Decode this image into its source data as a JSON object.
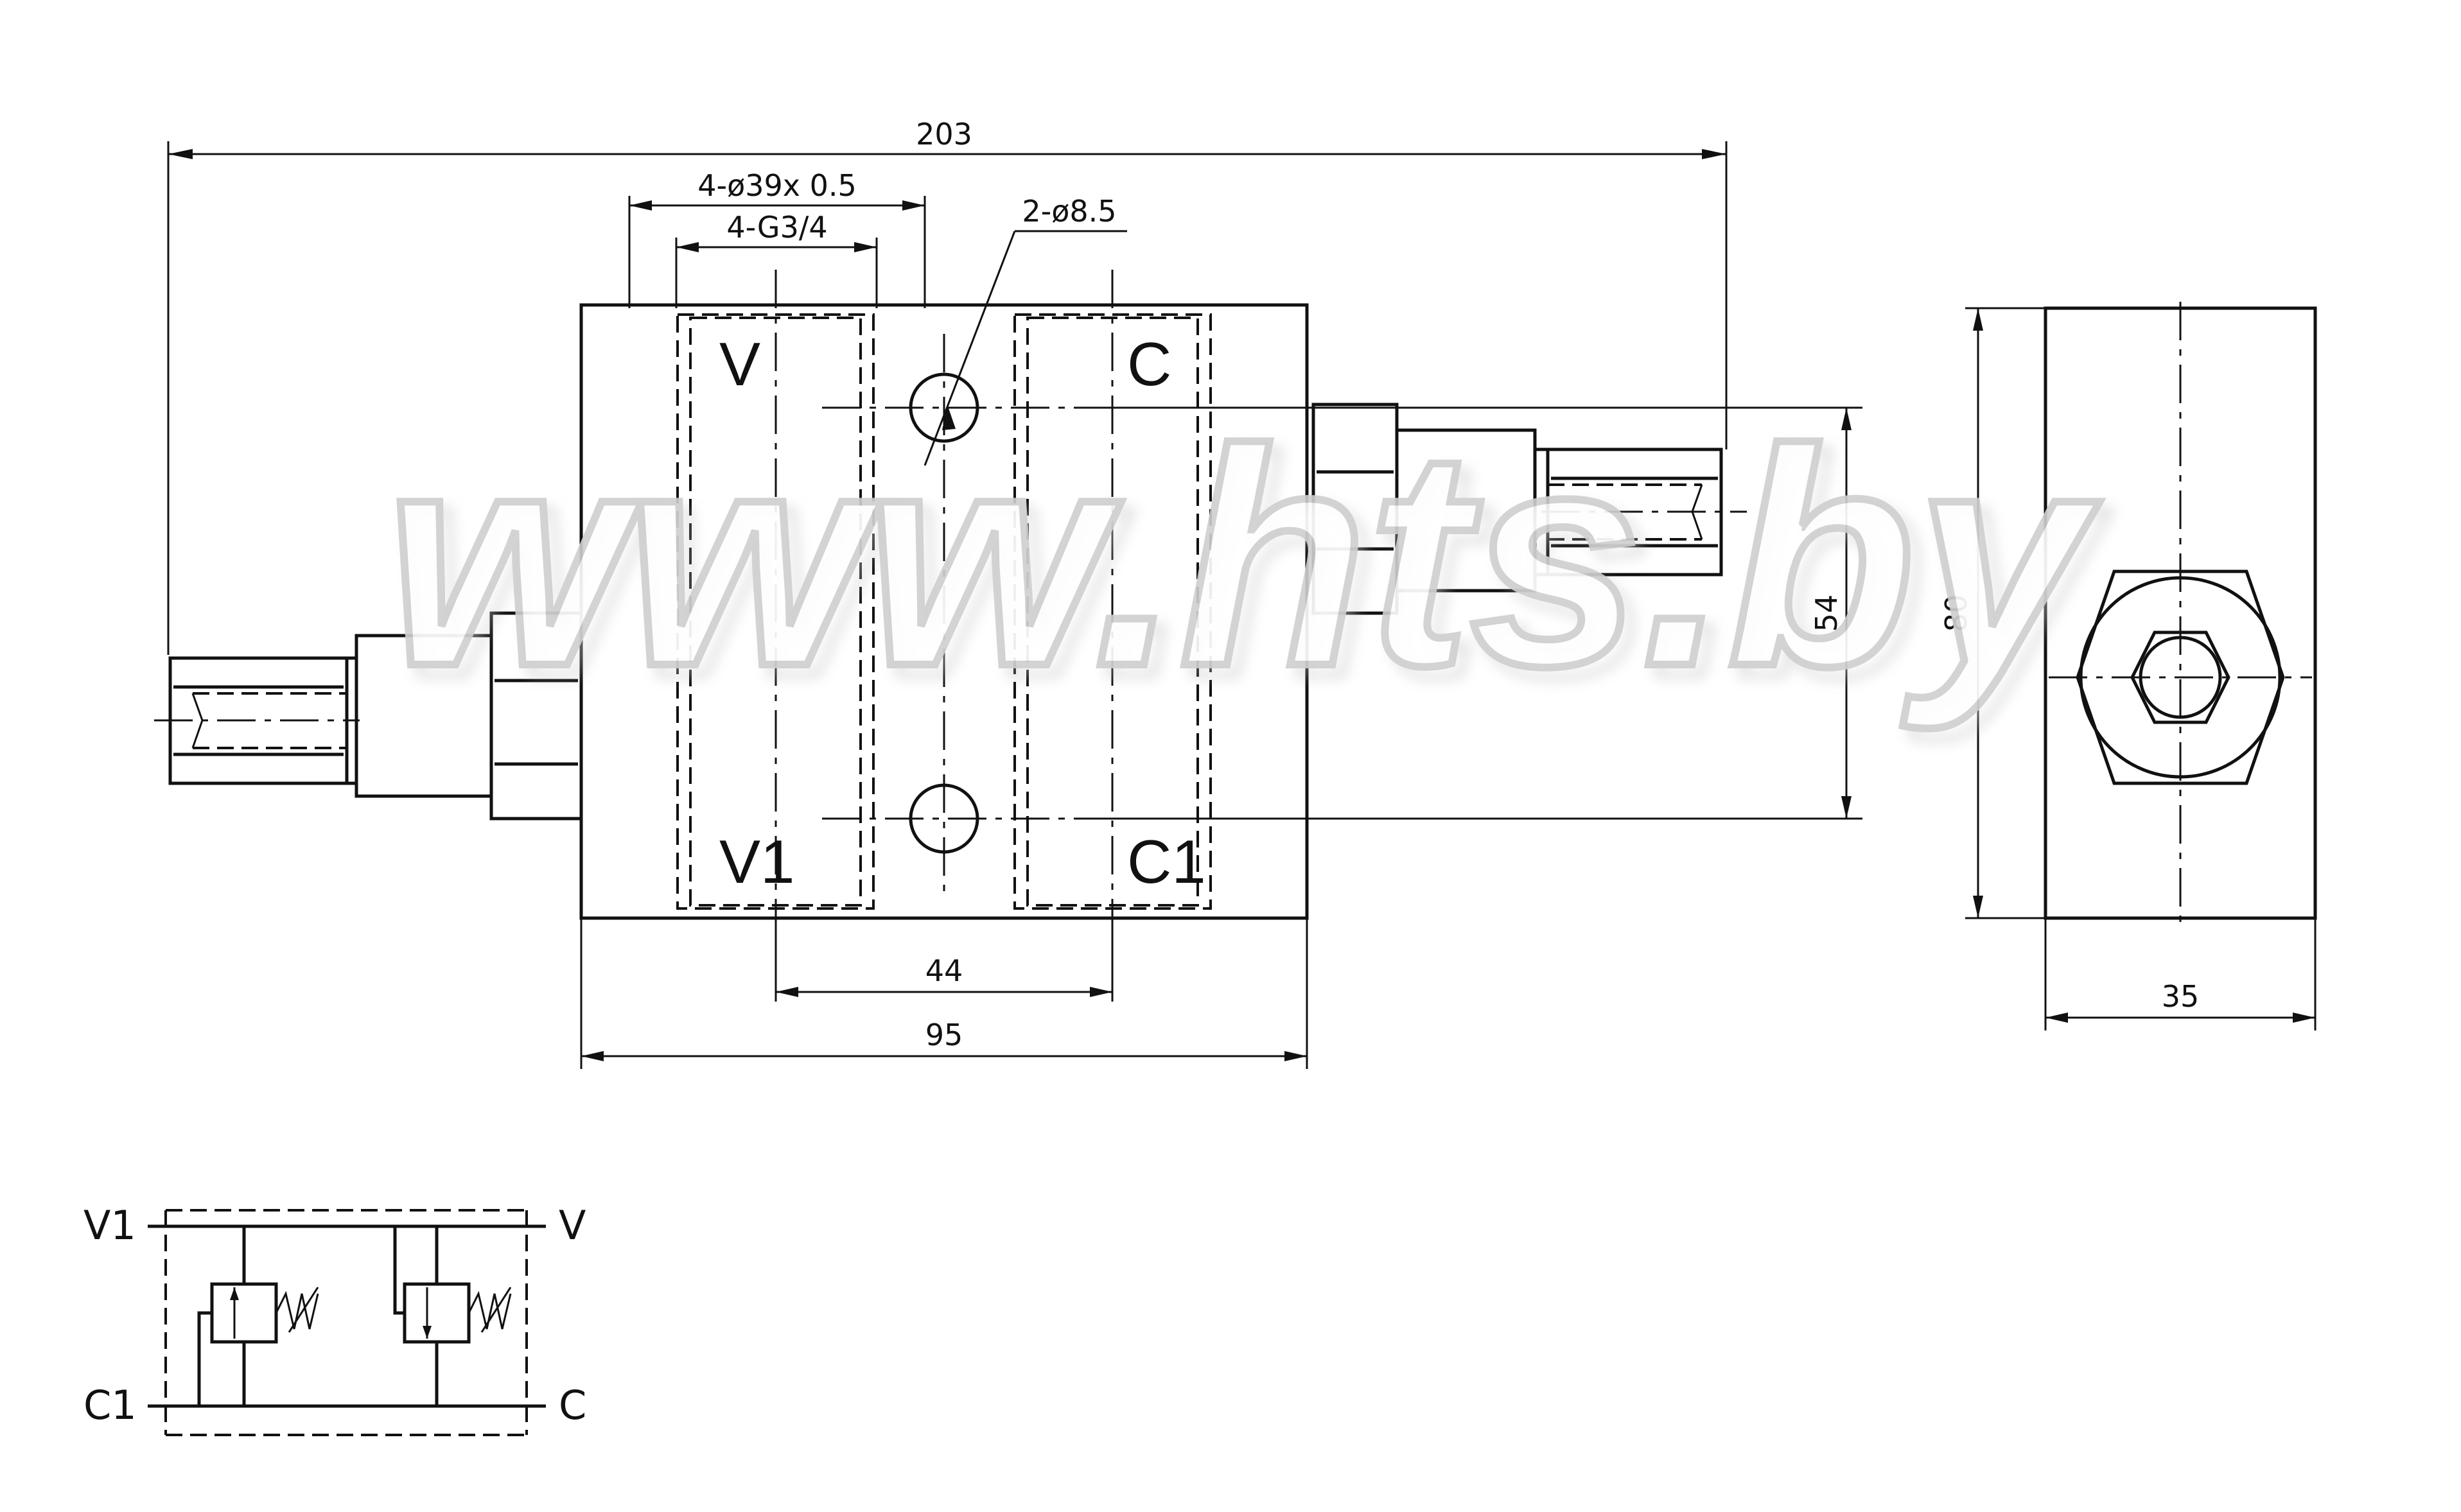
{
  "watermark": "www.hts.by",
  "dimensions": {
    "overall_length": "203",
    "counterbore": "4-ø39x 0.5",
    "thread": "4-G3/4",
    "mount_holes": "2-ø8.5",
    "hole_spacing_vertical": "54",
    "port_spacing": "44",
    "body_length": "95",
    "body_height": "80",
    "body_width": "35"
  },
  "ports": {
    "top_left": "V",
    "top_right": "C",
    "bottom_left": "V1",
    "bottom_right": "C1"
  },
  "schematic": {
    "label_top_left": "V1",
    "label_top_right": "V",
    "label_bottom_left": "C1",
    "label_bottom_right": "C"
  }
}
